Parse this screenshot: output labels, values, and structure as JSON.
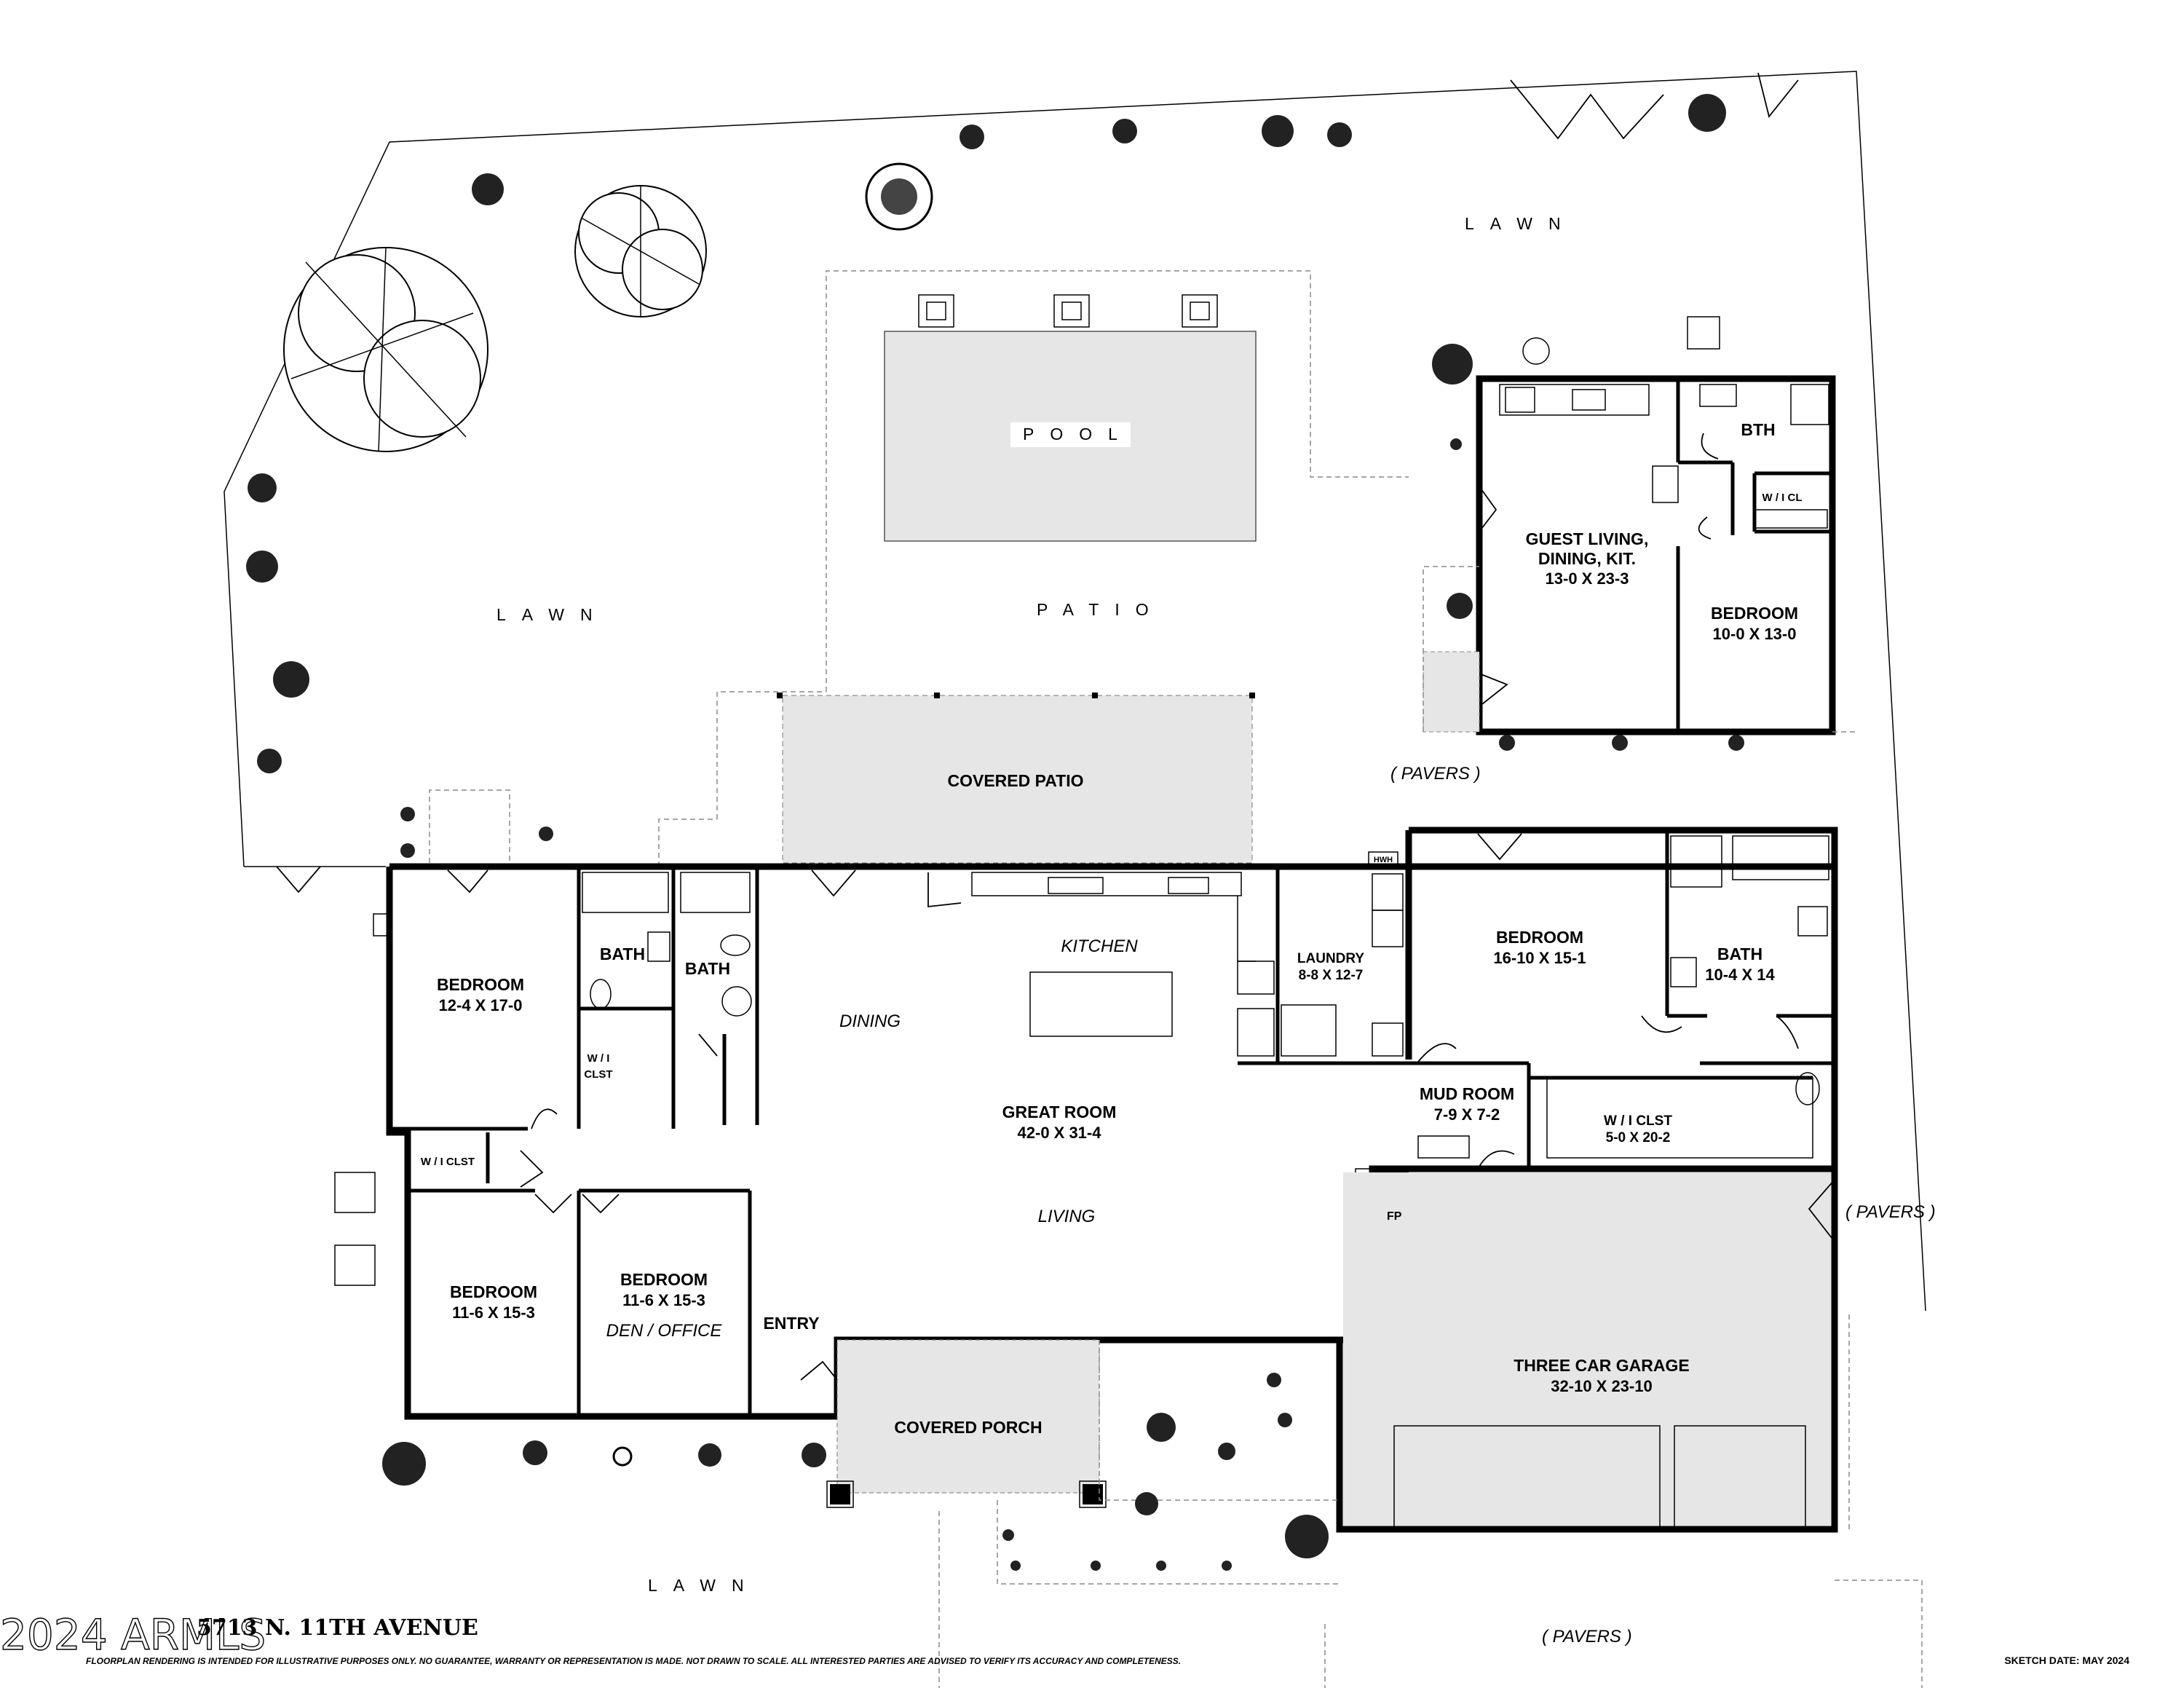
{
  "plan": {
    "address": "5713 N. 11TH AVENUE",
    "watermark": "2024 ARMLS",
    "disclaimer": "FLOORPLAN RENDERING IS INTENDED FOR ILLUSTRATIVE PURPOSES ONLY.  NO GUARANTEE, WARRANTY OR REPRESENTATION IS MADE.  NOT DRAWN TO SCALE.  ALL INTERESTED PARTIES ARE ADVISED TO VERIFY ITS ACCURACY AND COMPLETENESS.",
    "sketch_date": "SKETCH DATE:   MAY 2024"
  },
  "outdoor": {
    "lawn_top": "LAWN",
    "lawn_left": "LAWN",
    "lawn_bottom": "LAWN",
    "pool": "POOL",
    "patio": "PATIO",
    "covered_patio": "COVERED PATIO",
    "covered_porch": "COVERED PORCH",
    "pavers_top": "( PAVERS )",
    "pavers_right": "( PAVERS )",
    "pavers_bottom": "( PAVERS )"
  },
  "guest": {
    "living_line1": "GUEST LIVING,",
    "living_line2": "DINING, KIT.",
    "living_dim": "13-0 X 23-3",
    "bath": "BTH",
    "closet": "W / I CL",
    "bedroom": "BEDROOM",
    "bedroom_dim": "10-0 X 13-0"
  },
  "main": {
    "bedroom1": "BEDROOM",
    "bedroom1_dim": "12-4 X 17-0",
    "bath1": "BATH",
    "bath2": "BATH",
    "wic1_line1": "W / I",
    "wic1_line2": "CLST",
    "wic2": "W / I CLST",
    "bedroom2": "BEDROOM",
    "bedroom2_dim": "11-6 X 15-3",
    "bedroom3": "BEDROOM",
    "bedroom3_dim": "11-6 X 15-3",
    "den": "DEN / OFFICE",
    "entry": "ENTRY",
    "dining": "DINING",
    "kitchen": "KITCHEN",
    "great_room": "GREAT ROOM",
    "great_room_dim": "42-0  X  31-4",
    "living": "LIVING",
    "laundry": "LAUNDRY",
    "laundry_dim": "8-8 X 12-7",
    "hwh": "HWH",
    "primary_bedroom": "BEDROOM",
    "primary_bedroom_dim": "16-10 X 15-1",
    "primary_bath": "BATH",
    "primary_bath_dim": "10-4 X 14",
    "mud_room": "MUD ROOM",
    "mud_room_dim": "7-9  X  7-2",
    "wic3": "W / I  CLST",
    "wic3_dim": "5-0 X 20-2",
    "fireplace": "FP",
    "garage": "THREE CAR GARAGE",
    "garage_dim": "32-10  X  23-10"
  }
}
